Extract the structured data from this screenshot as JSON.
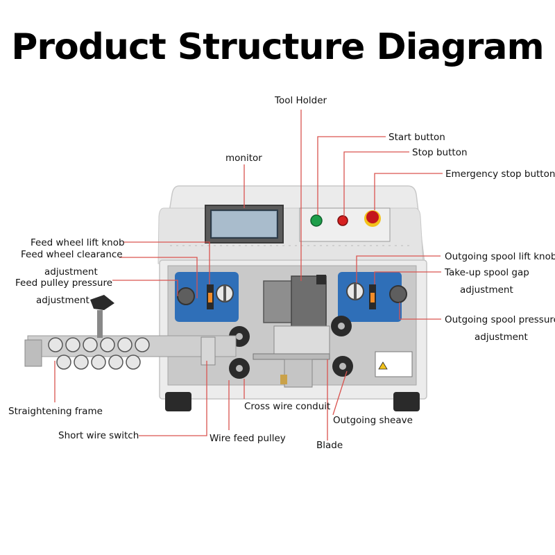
{
  "title": "Product Structure Diagram",
  "labels": {
    "tool_holder": "Tool Holder",
    "start_button": "Start button",
    "stop_button": "Stop button",
    "emergency_stop_button": "Emergency stop button",
    "monitor": "monitor",
    "feed_wheel_lift_knob": "Feed wheel lift knob",
    "feed_wheel_clearance_1": "Feed wheel clearance",
    "feed_wheel_clearance_2": "adjustment",
    "feed_pulley_pressure_1": "Feed pulley pressure",
    "feed_pulley_pressure_2": "adjustment",
    "outgoing_spool_lift_knob": "Outgoing spool lift knob",
    "takeup_spool_gap_1": "Take-up spool gap",
    "takeup_spool_gap_2": "adjustment",
    "outgoing_spool_pressure_1": "Outgoing spool pressure",
    "outgoing_spool_pressure_2": "adjustment",
    "straightening_frame": "Straightening frame",
    "short_wire_switch": "Short wire switch",
    "wire_feed_pulley": "Wire feed pulley",
    "cross_wire_conduit": "Cross wire conduit",
    "outgoing_sheave": "Outgoing sheave",
    "blade": "Blade"
  },
  "colors": {
    "leader_line": "#d9534f",
    "machine_body": "#e9e9e9",
    "panel_blue": "#2f6fb8",
    "start_green": "#1e9e4a",
    "stop_red": "#d62020",
    "estop_red": "#c4161c",
    "estop_yellow": "#f2c21b"
  }
}
